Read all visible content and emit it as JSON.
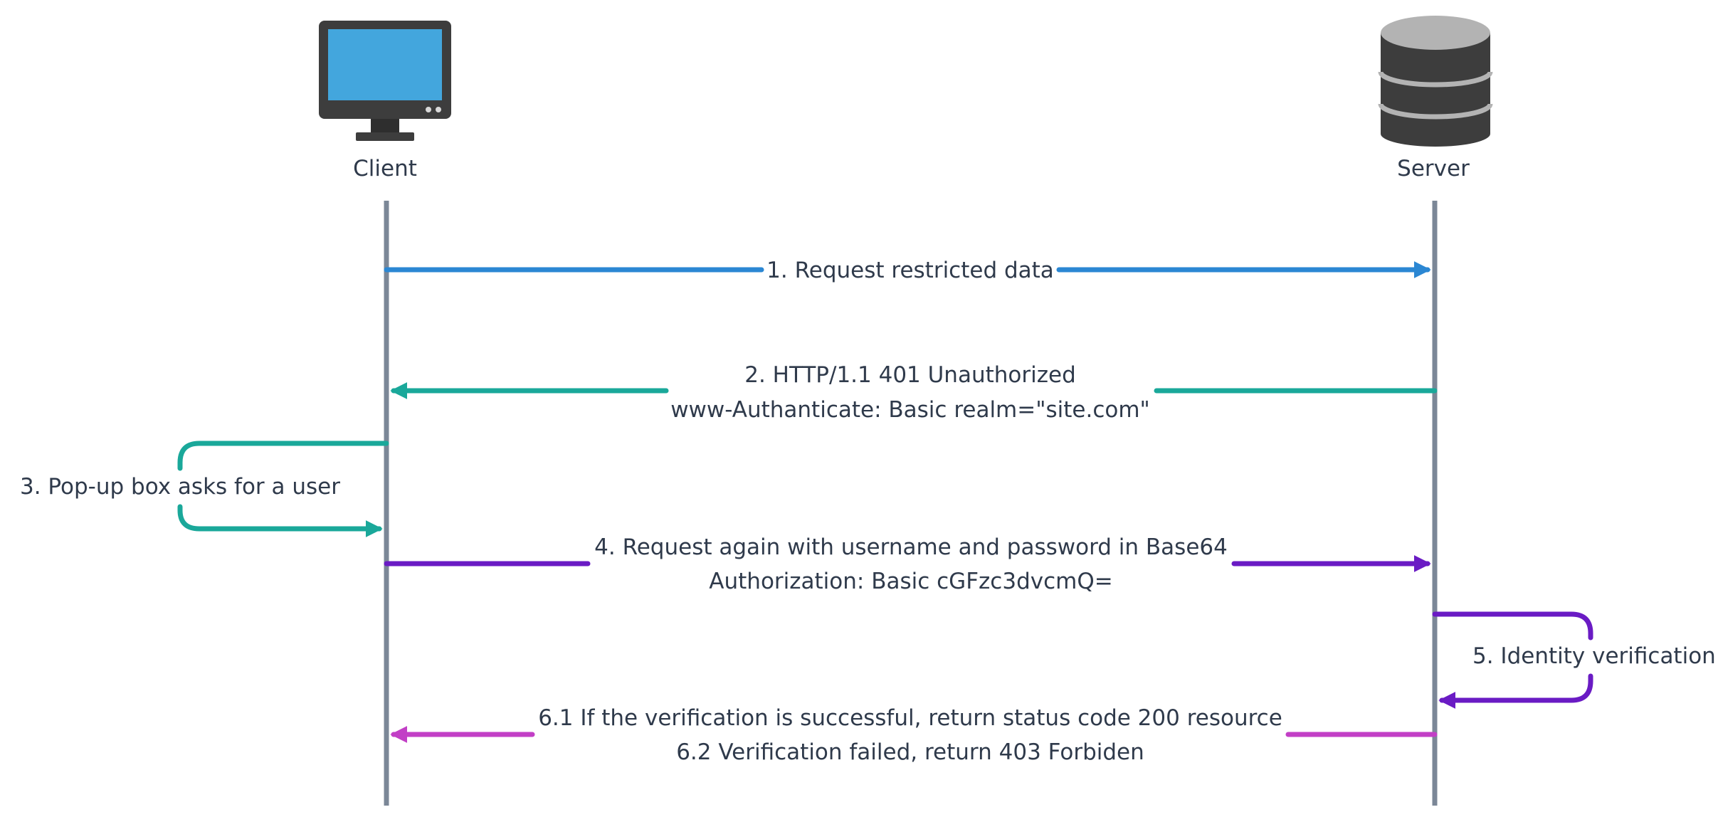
{
  "actors": {
    "client": {
      "label": "Client",
      "icon": "monitor-icon"
    },
    "server": {
      "label": "Server",
      "icon": "database-icon"
    }
  },
  "messages": {
    "m1": {
      "line1": "1. Request restricted data"
    },
    "m2": {
      "line1": "2. HTTP/1.1 401 Unauthorized",
      "line2": "www-Authanticate: Basic realm=\"site.com\""
    },
    "m3": {
      "line1": "3. Pop-up box asks for a user"
    },
    "m4": {
      "line1": "4. Request again with username and password in Base64",
      "line2": "Authorization: Basic cGFzc3dvcmQ="
    },
    "m5": {
      "line1": "5. Identity verification"
    },
    "m6": {
      "line1": "6.1 If the verification is successful, return status code 200 resource",
      "line2": "6.2 Verification failed, return 403 Forbiden"
    }
  },
  "colors": {
    "lifeline": "#7b8797",
    "request": "#2b87d3",
    "challenge": "#1aa89a",
    "credentials": "#6a1bc4",
    "response": "#c23fc6",
    "text": "#2f3a4b",
    "monitor_body": "#3d3d3d",
    "monitor_screen": "#43a6dd",
    "database_body": "#3d3d3d",
    "database_top": "#b3b3b3"
  }
}
